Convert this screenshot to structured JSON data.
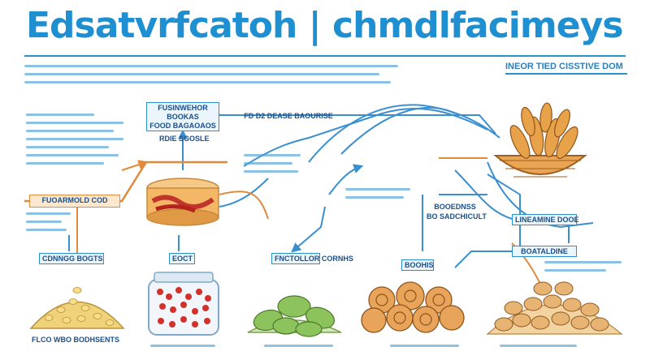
{
  "title": "Edsatvrfcatoh | chmdlfacimeys",
  "subtitle": "INEOR TIED CISSTIVE DOM",
  "labels": {
    "top_box": "FUSINWEHOR BOOKAS\nFOOD BAGAOAOS",
    "mid_top": "FD D2 DEASE BAOURISE",
    "left_bar": "FUOARMOLD COD",
    "right_mid_1": "BOOEDNSS",
    "right_mid_2": "BO SADCHICULT",
    "right_box_1": "LINEAMINE DOOE",
    "right_box_2": "BOATALDINE",
    "item_1_box": "CDNNGG BOGTS",
    "item_2_box": "EOCT",
    "item_3_box": "FNCTOLLOR CORNHS",
    "item_4_box": "BOOHIS",
    "item_1_caption": "FLCO WBO BODHSENTS",
    "small_top": "RDIE SGOSLE"
  },
  "colors": {
    "title": "#1e8fd0",
    "lines_blue": "#3a8fd0",
    "lines_orange": "#e08a3c"
  }
}
